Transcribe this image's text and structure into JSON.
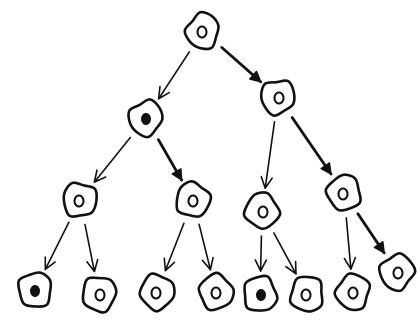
{
  "diagram": {
    "cells": [
      {
        "id": "g0",
        "nucleus": "light"
      },
      {
        "id": "g1a",
        "nucleus": "dark"
      },
      {
        "id": "g1b",
        "nucleus": "light"
      },
      {
        "id": "g2a",
        "nucleus": "light"
      },
      {
        "id": "g2b",
        "nucleus": "light"
      },
      {
        "id": "g2c",
        "nucleus": "light"
      },
      {
        "id": "g2d",
        "nucleus": "light"
      },
      {
        "id": "g3a",
        "nucleus": "dark"
      },
      {
        "id": "g3b",
        "nucleus": "light"
      },
      {
        "id": "g3c",
        "nucleus": "light"
      },
      {
        "id": "g3d",
        "nucleus": "light"
      },
      {
        "id": "g3e",
        "nucleus": "dark"
      },
      {
        "id": "g3f",
        "nucleus": "light"
      },
      {
        "id": "g3g",
        "nucleus": "light"
      },
      {
        "id": "g3h",
        "nucleus": "light"
      }
    ],
    "links": [
      {
        "from": "g0",
        "to": "g1a",
        "style": "open"
      },
      {
        "from": "g0",
        "to": "g1b",
        "style": "solid"
      },
      {
        "from": "g1a",
        "to": "g2a",
        "style": "open"
      },
      {
        "from": "g1a",
        "to": "g2b",
        "style": "solid"
      },
      {
        "from": "g1b",
        "to": "g2c",
        "style": "open"
      },
      {
        "from": "g1b",
        "to": "g2d",
        "style": "solid"
      },
      {
        "from": "g2a",
        "to": "g3a",
        "style": "open"
      },
      {
        "from": "g2a",
        "to": "g3b",
        "style": "open"
      },
      {
        "from": "g2b",
        "to": "g3c",
        "style": "open"
      },
      {
        "from": "g2b",
        "to": "g3d",
        "style": "open"
      },
      {
        "from": "g2c",
        "to": "g3e",
        "style": "open"
      },
      {
        "from": "g2c",
        "to": "g3f",
        "style": "open"
      },
      {
        "from": "g2d",
        "to": "g3g",
        "style": "open"
      },
      {
        "from": "g2d",
        "to": "g3h",
        "style": "solid"
      }
    ]
  }
}
